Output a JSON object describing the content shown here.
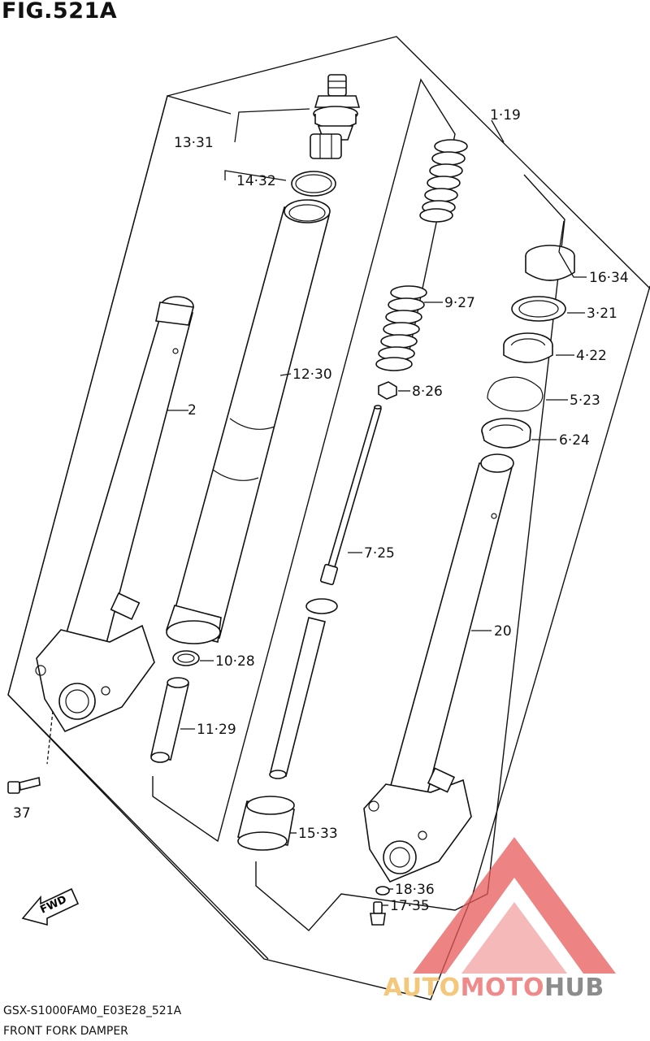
{
  "figure": {
    "title": "FIG.521A",
    "code": "GSX-S1000FAM0_E03E28_521A",
    "caption": "FRONT FORK DAMPER"
  },
  "callouts": [
    {
      "id": "c-1-19",
      "text": "1·19"
    },
    {
      "id": "c-2",
      "text": "2"
    },
    {
      "id": "c-3-21",
      "text": "3·21"
    },
    {
      "id": "c-4-22",
      "text": "4·22"
    },
    {
      "id": "c-5-23",
      "text": "5·23"
    },
    {
      "id": "c-6-24",
      "text": "6·24"
    },
    {
      "id": "c-7-25",
      "text": "7·25"
    },
    {
      "id": "c-8-26",
      "text": "8·26"
    },
    {
      "id": "c-9-27",
      "text": "9·27"
    },
    {
      "id": "c-10-28",
      "text": "10·28"
    },
    {
      "id": "c-11-29",
      "text": "11·29"
    },
    {
      "id": "c-12-30",
      "text": "12·30"
    },
    {
      "id": "c-13-31",
      "text": "13·31"
    },
    {
      "id": "c-14-32",
      "text": "14·32"
    },
    {
      "id": "c-15-33",
      "text": "15·33"
    },
    {
      "id": "c-16-34",
      "text": "16·34"
    },
    {
      "id": "c-17-35",
      "text": "17·35"
    },
    {
      "id": "c-18-36",
      "text": "18·36"
    },
    {
      "id": "c-20",
      "text": "20"
    },
    {
      "id": "c-37",
      "text": "37"
    }
  ],
  "fwd_badge": "FWD",
  "watermark": {
    "part_a": "AUTO",
    "part_b": "MOTO",
    "part_c": "HUB"
  },
  "colors": {
    "line": "#111111",
    "watermark_red": "#e85a5a",
    "watermark_gold": "#f4c77a",
    "watermark_gray": "#8c8c8c"
  }
}
